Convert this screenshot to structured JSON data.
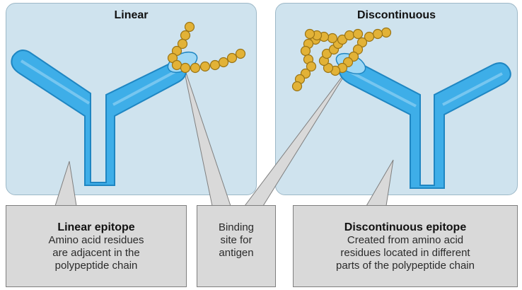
{
  "panels": {
    "left_title": "Linear",
    "right_title": "Discontinuous"
  },
  "callouts": {
    "linear": {
      "heading": "Linear epitope",
      "lines": [
        "Amino acid residues",
        "are adjacent in the",
        "polypeptide chain"
      ]
    },
    "binding": {
      "lines": [
        "Binding",
        "site for",
        "antigen"
      ]
    },
    "discontinuous": {
      "heading": "Discontinuous epitope",
      "lines": [
        "Created from amino acid",
        "residues located in different",
        "parts of the polypeptide chain"
      ]
    }
  },
  "colors": {
    "panel_bg": "#cfe3ee",
    "antibody": "#3eaee8",
    "antibody_dark": "#1f86c2",
    "bead": "#e2b237",
    "bead_outline": "#9a7415",
    "callout_bg": "#d9d9d9"
  }
}
